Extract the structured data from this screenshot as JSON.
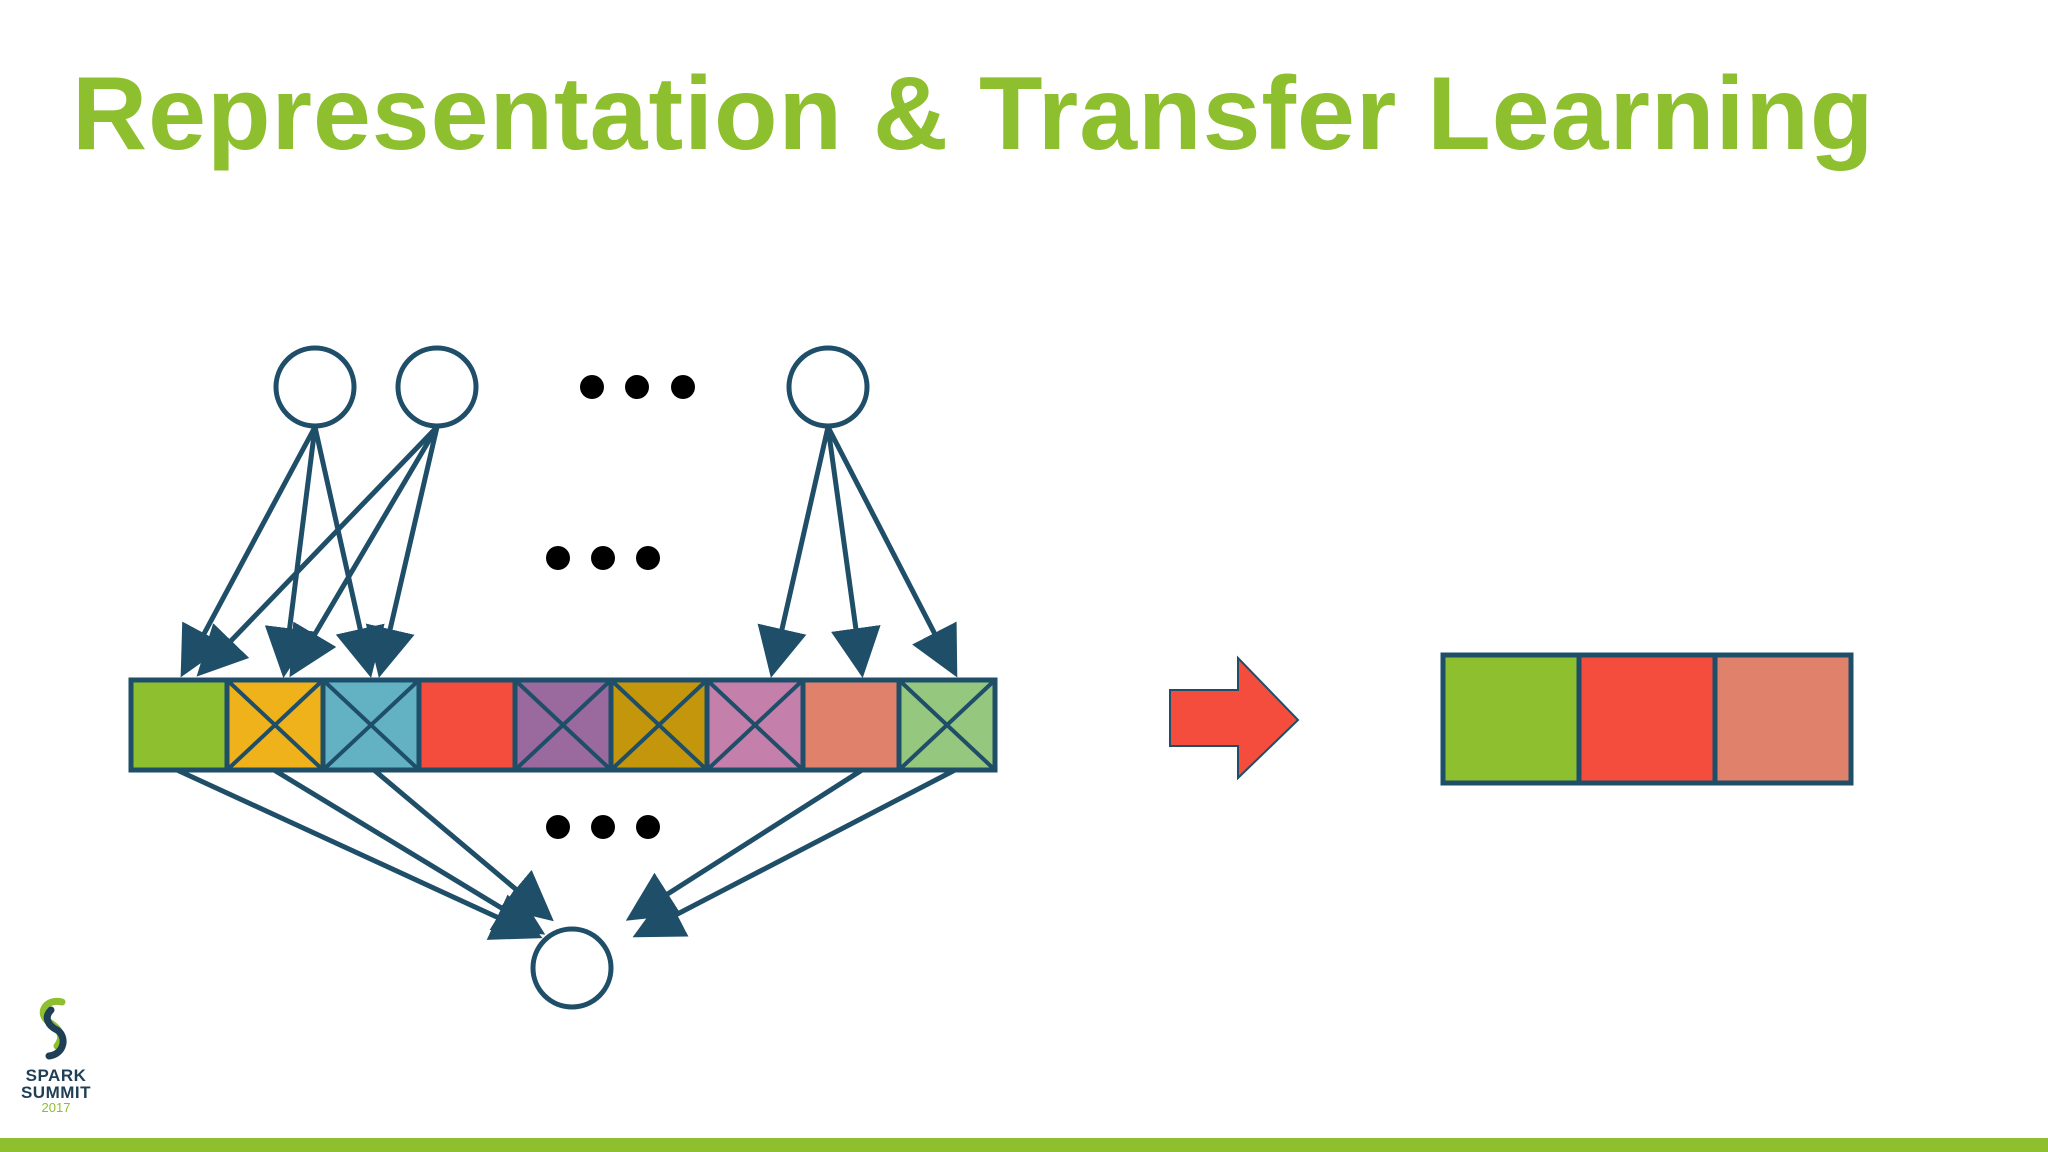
{
  "slide": {
    "title": "Representation & Transfer Learning"
  },
  "colors": {
    "title": "#8dbf2e",
    "stroke": "#1f4e68",
    "arrow": "#f54d3d",
    "bar": "#8dbf2e",
    "dots": "#000000"
  },
  "diagram": {
    "feature_cells": [
      {
        "color": "#8dbf2e",
        "crossed": false
      },
      {
        "color": "#f0b21a",
        "crossed": true
      },
      {
        "color": "#62b2c3",
        "crossed": true
      },
      {
        "color": "#f54d3d",
        "crossed": false
      },
      {
        "color": "#9a6a9e",
        "crossed": true
      },
      {
        "color": "#c4960c",
        "crossed": true
      },
      {
        "color": "#c47fab",
        "crossed": true
      },
      {
        "color": "#e0816b",
        "crossed": false
      },
      {
        "color": "#95c77f",
        "crossed": true
      }
    ],
    "selected_cells": [
      {
        "color": "#8dbf2e"
      },
      {
        "color": "#f54d3d"
      },
      {
        "color": "#e0816b"
      }
    ]
  },
  "logo": {
    "line1": "SPARK",
    "line2": "SUMMIT",
    "year": "2017"
  }
}
